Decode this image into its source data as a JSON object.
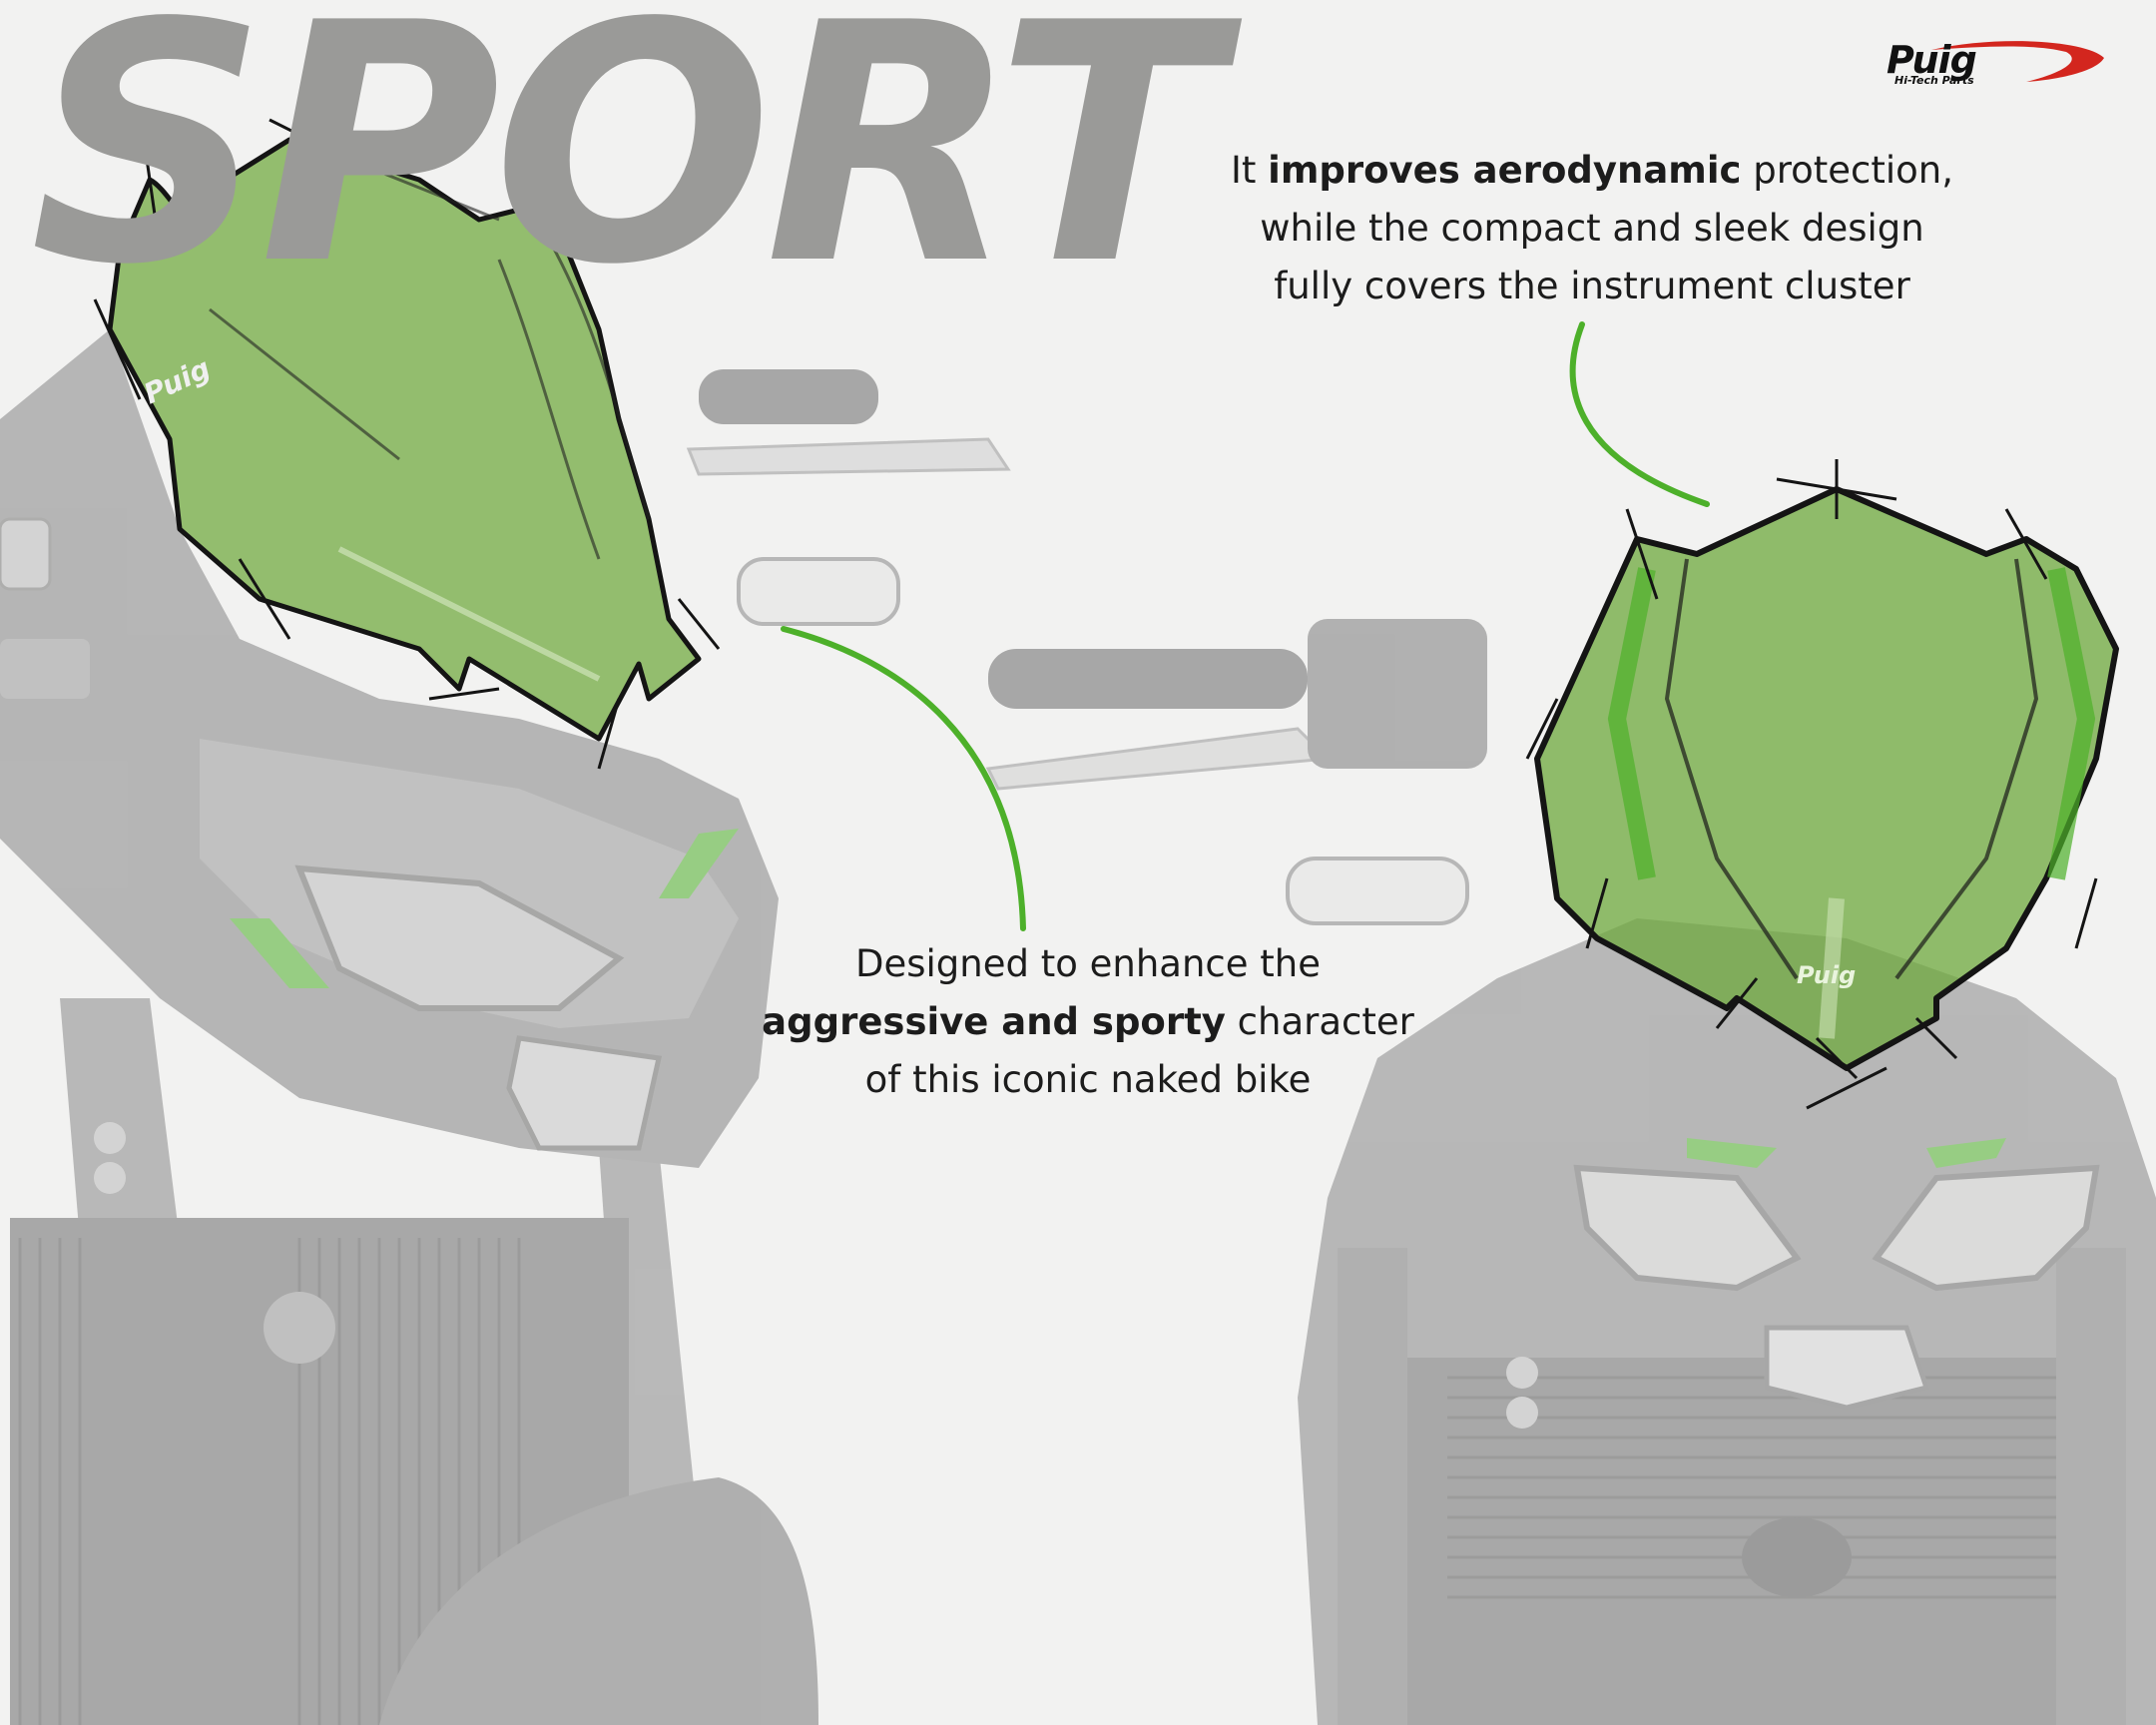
{
  "headline": "SPORT",
  "brand": {
    "name": "Puig",
    "tagline": "Hi-Tech Parts",
    "screen_logo": "Puig"
  },
  "callout_top": {
    "pre": "It ",
    "bold": "improves aerodynamic",
    "post": " protection,",
    "line2": "while the compact and sleek design",
    "line3": "fully covers the instrument cluster"
  },
  "callout_bottom": {
    "line1": "Designed to enhance the",
    "bold": "aggressive and sporty",
    "post": " character",
    "line3": "of this iconic naked bike"
  },
  "colors": {
    "background": "#f2f2f1",
    "headline": "#9a9a98",
    "screen_green": "#6ea83c",
    "accent_green": "#4db02a",
    "logo_red": "#d3261e",
    "bike_gray": "#8c8c8c"
  }
}
